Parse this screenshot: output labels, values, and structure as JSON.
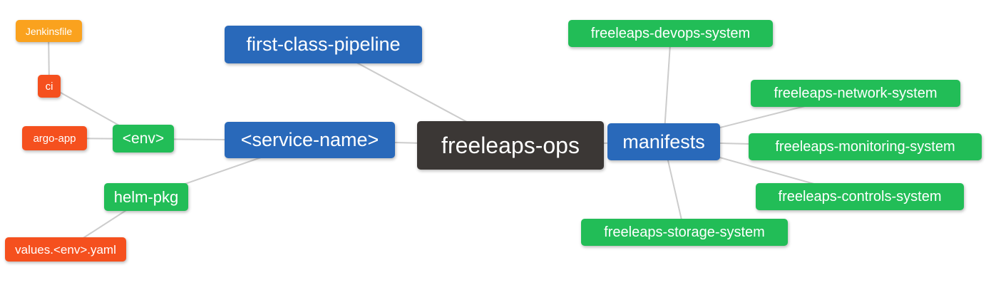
{
  "diagram": {
    "nodes": [
      {
        "id": "jenkinsfile",
        "label": "Jenkinsfile",
        "color_role": "orange"
      },
      {
        "id": "ci",
        "label": "ci",
        "color_role": "red"
      },
      {
        "id": "argo-app",
        "label": "argo-app",
        "color_role": "red"
      },
      {
        "id": "env",
        "label": "<env>",
        "color_role": "green"
      },
      {
        "id": "helm-pkg",
        "label": "helm-pkg",
        "color_role": "green"
      },
      {
        "id": "values-env-yaml",
        "label": "values.<env>.yaml",
        "color_role": "red"
      },
      {
        "id": "first-class-pipeline",
        "label": "first-class-pipeline",
        "color_role": "blue"
      },
      {
        "id": "service-name",
        "label": "<service-name>",
        "color_role": "blue"
      },
      {
        "id": "freeleaps-ops",
        "label": "freeleaps-ops",
        "color_role": "dark"
      },
      {
        "id": "manifests",
        "label": "manifests",
        "color_role": "blue"
      },
      {
        "id": "freeleaps-devops-system",
        "label": "freeleaps-devops-system",
        "color_role": "green"
      },
      {
        "id": "freeleaps-network-system",
        "label": "freeleaps-network-system",
        "color_role": "green"
      },
      {
        "id": "freeleaps-monitoring-system",
        "label": "freeleaps-monitoring-system",
        "color_role": "green"
      },
      {
        "id": "freeleaps-controls-system",
        "label": "freeleaps-controls-system",
        "color_role": "green"
      },
      {
        "id": "freeleaps-storage-system",
        "label": "freeleaps-storage-system",
        "color_role": "green"
      }
    ],
    "edges": [
      [
        "jenkinsfile",
        "ci"
      ],
      [
        "ci",
        "env"
      ],
      [
        "argo-app",
        "env"
      ],
      [
        "env",
        "service-name"
      ],
      [
        "helm-pkg",
        "service-name"
      ],
      [
        "values-env-yaml",
        "helm-pkg"
      ],
      [
        "first-class-pipeline",
        "freeleaps-ops"
      ],
      [
        "service-name",
        "freeleaps-ops"
      ],
      [
        "freeleaps-ops",
        "manifests"
      ],
      [
        "manifests",
        "freeleaps-devops-system"
      ],
      [
        "manifests",
        "freeleaps-network-system"
      ],
      [
        "manifests",
        "freeleaps-monitoring-system"
      ],
      [
        "manifests",
        "freeleaps-controls-system"
      ],
      [
        "manifests",
        "freeleaps-storage-system"
      ]
    ],
    "palette": {
      "root_node": "#3b3735",
      "blue_node": "#2969ba",
      "green_node": "#22bd57",
      "red_node": "#f5501e",
      "orange_node": "#faa21e",
      "edge_line": "#cccccc",
      "node_text": "#ffffff",
      "background": "#ffffff"
    }
  }
}
